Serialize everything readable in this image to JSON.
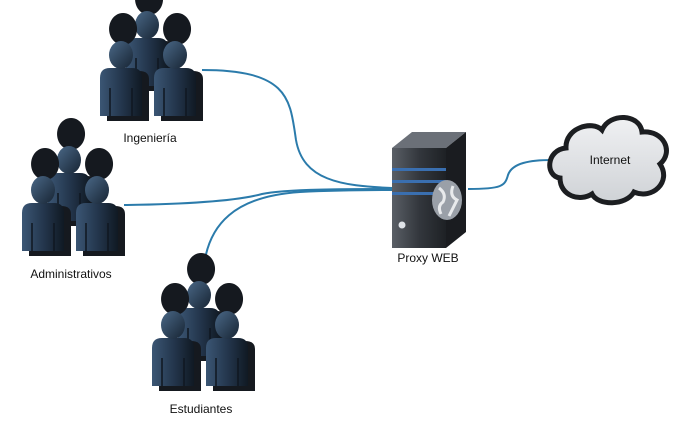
{
  "colors": {
    "link": "#2b7bab",
    "person_body": "#22344a",
    "person_shadow": "#1a1f26",
    "server_body": "#2b2f34",
    "server_stripe": "#3a6fb0",
    "cloud_fill": "#e2e4e7",
    "cloud_stroke": "#1c1e21"
  },
  "nodes": {
    "ingenieria": {
      "label": "Ingeniería",
      "icon": "user-group-icon"
    },
    "administrativos": {
      "label": "Administrativos",
      "icon": "user-group-icon"
    },
    "estudiantes": {
      "label": "Estudiantes",
      "icon": "user-group-icon"
    },
    "proxy": {
      "label": "Proxy WEB",
      "icon": "web-server-icon"
    },
    "internet": {
      "label": "Internet",
      "icon": "cloud-icon"
    }
  }
}
